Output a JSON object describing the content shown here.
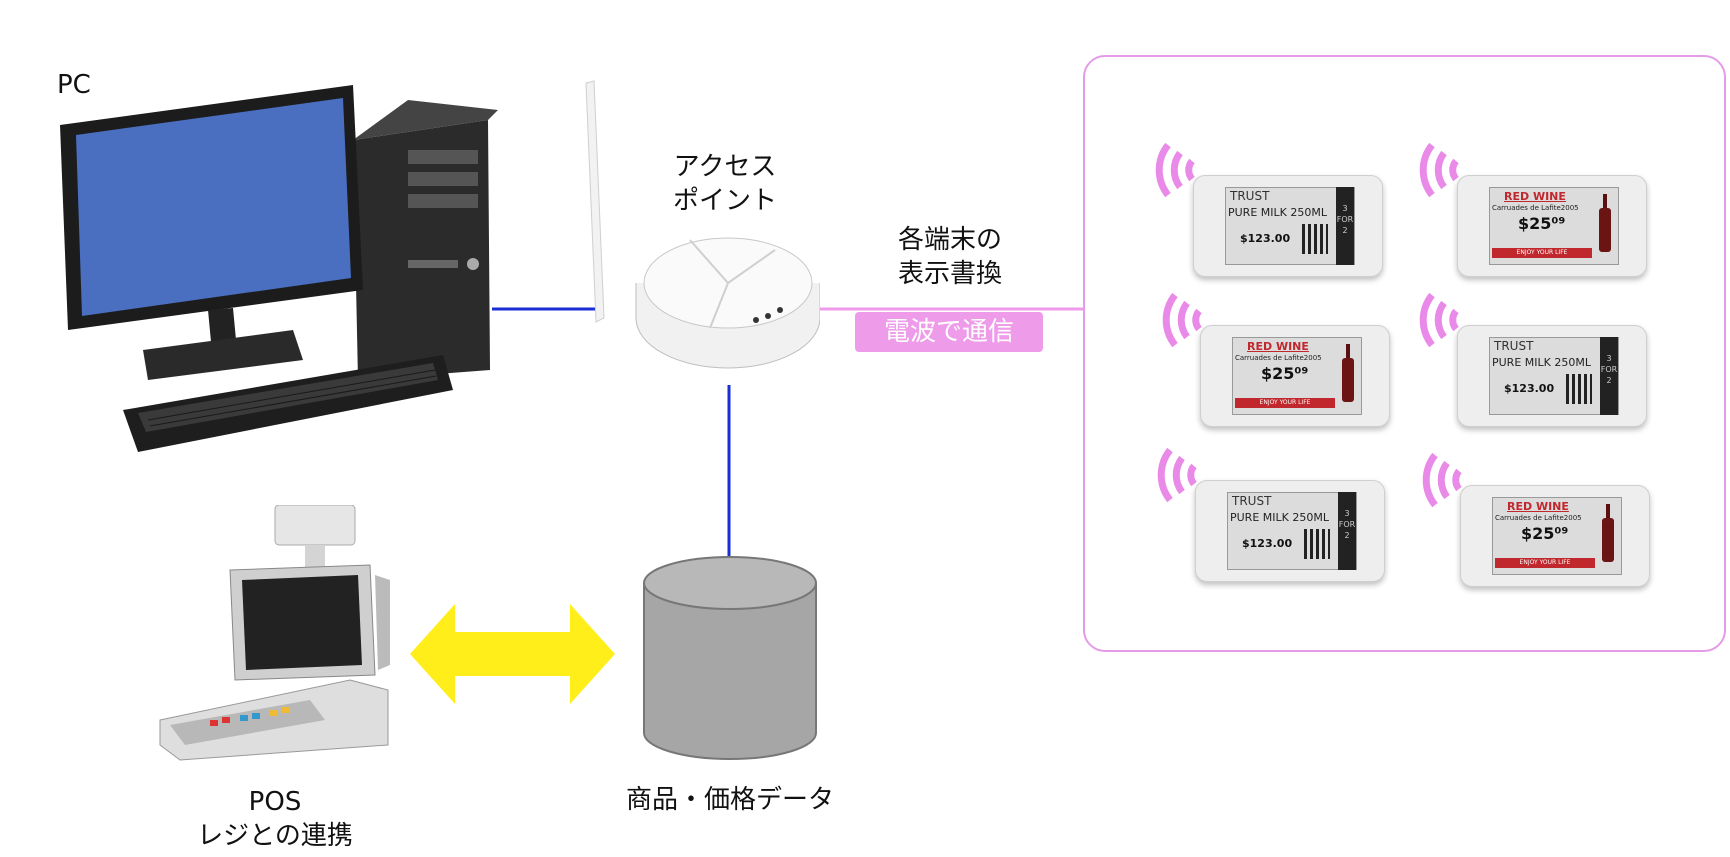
{
  "labels": {
    "pc": "PC",
    "access_point_line1": "アクセス",
    "access_point_line2": "ポイント",
    "display_line1": "各端末の",
    "display_line2": "表示書換",
    "radio_badge": "電波で通信",
    "pos_line1": "POS",
    "pos_line2": "レジとの連携",
    "database": "商品・価格データ"
  },
  "tags": [
    {
      "type": "milk",
      "trust": "TRUST",
      "product": "PURE MILK 250ML",
      "price": "$123.00",
      "side": "3 FOR 2"
    },
    {
      "type": "wine",
      "title": "RED WINE",
      "sub": "Carruades de Lafite2005",
      "price": "$25⁰⁹",
      "bar": "ENJOY YOUR LIFE"
    },
    {
      "type": "wine",
      "title": "RED WINE",
      "sub": "Carruades de Lafite2005",
      "price": "$25⁰⁹",
      "bar": "ENJOY YOUR LIFE"
    },
    {
      "type": "milk",
      "trust": "TRUST",
      "product": "PURE MILK 250ML",
      "price": "$123.00",
      "side": "3 FOR 2"
    },
    {
      "type": "milk",
      "trust": "TRUST",
      "product": "PURE MILK 250ML",
      "price": "$123.00",
      "side": "3 FOR 2"
    },
    {
      "type": "wine",
      "title": "RED WINE",
      "sub": "Carruades de Lafite2005",
      "price": "$25⁰⁹",
      "bar": "ENJOY YOUR LIFE"
    }
  ],
  "colors": {
    "network_line": "#1a2ed6",
    "radio_line": "#ee9bea",
    "panel_border": "#e49be8",
    "arrow": "#ffee1a",
    "database": "#a6a6a6",
    "monitor_screen": "#4a6fc0"
  }
}
